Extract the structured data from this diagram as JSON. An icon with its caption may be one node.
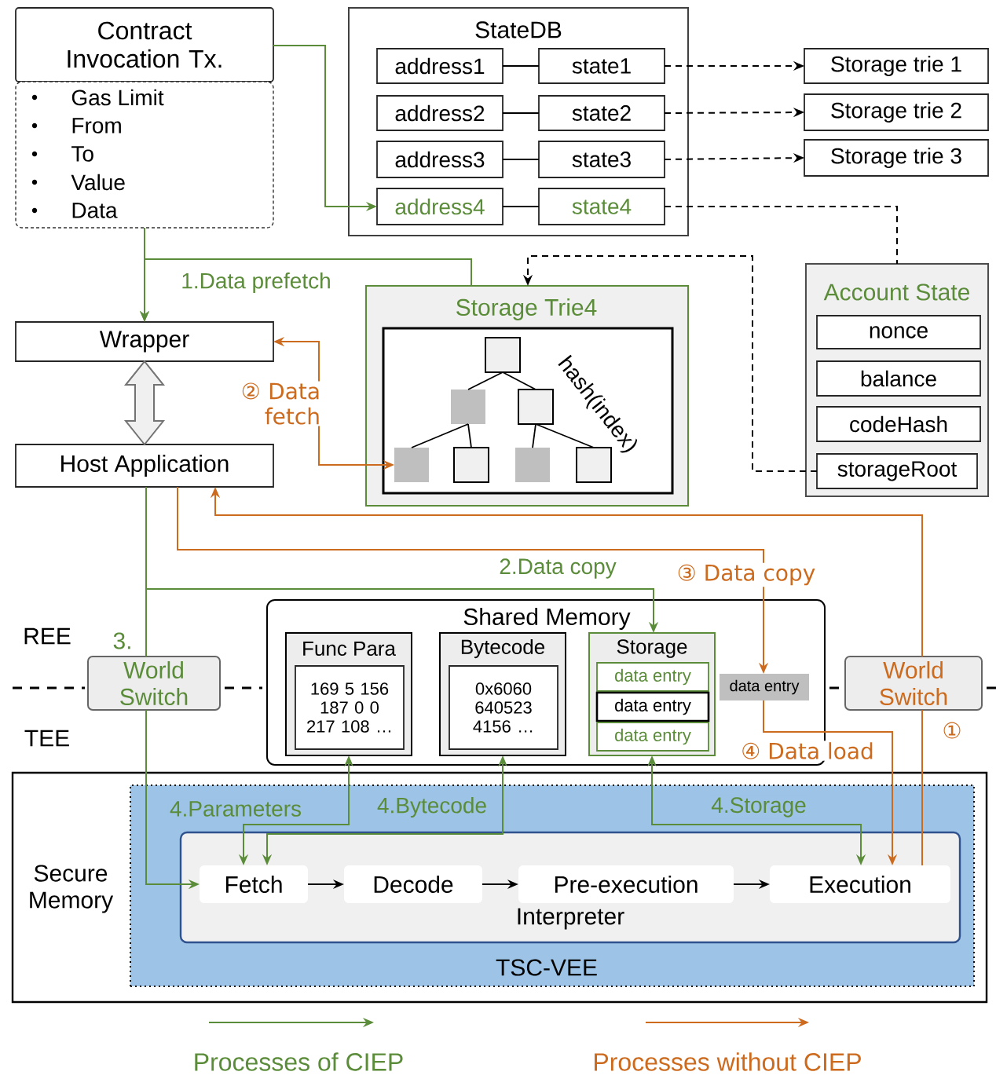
{
  "diagram": {
    "nodes": [
      {
        "text": [
          "Contract Invocation Tx."
        ]
      },
      {
        "text": [
          "Gas Limit",
          "From",
          "To",
          "Value",
          "Data"
        ]
      },
      {
        "text": [
          "StateDB"
        ]
      },
      {
        "text": [
          "address1"
        ],
        "in": 2
      },
      {
        "text": [
          "state1"
        ],
        "in": 2
      },
      {
        "text": [
          "address2"
        ],
        "in": 2
      },
      {
        "text": [
          "state2"
        ],
        "in": 2
      },
      {
        "text": [
          "address3"
        ],
        "in": 2
      },
      {
        "text": [
          "state3"
        ],
        "in": 2
      },
      {
        "text": [
          "address4"
        ],
        "in": 2
      },
      {
        "text": [
          "state4"
        ],
        "in": 2
      },
      {
        "text": [
          "Storage trie 1"
        ]
      },
      {
        "text": [
          "Storage trie 2"
        ]
      },
      {
        "text": [
          "Storage trie 3"
        ]
      },
      {
        "text": [
          "Storage Trie4"
        ]
      },
      {
        "text": [],
        "shape": "box",
        "in": 14
      },
      {
        "text": [],
        "shape": "box",
        "in": 15
      },
      {
        "text": [],
        "shape": "box",
        "in": 15
      },
      {
        "text": [],
        "shape": "box",
        "in": 15
      },
      {
        "text": [],
        "shape": "box",
        "in": 15
      },
      {
        "text": [],
        "shape": "box",
        "in": 15
      },
      {
        "text": [],
        "shape": "box",
        "in": 15
      },
      {
        "text": [],
        "shape": "box",
        "in": 15
      },
      {
        "text": [
          "Account State"
        ]
      },
      {
        "text": [
          "nonce"
        ],
        "in": 23
      },
      {
        "text": [
          "balance"
        ],
        "in": 23
      },
      {
        "text": [
          "codeHash"
        ],
        "in": 23
      },
      {
        "text": [
          "storageRoot"
        ],
        "in": 23
      },
      {
        "text": [
          "Wrapper"
        ]
      },
      {
        "text": [
          "Host Application"
        ]
      },
      {
        "text": [
          "Shared Memory"
        ]
      },
      {
        "text": [
          "Func Para"
        ],
        "in": 30
      },
      {
        "text": [
          "169 5 156 187 0 0 217 108 …"
        ],
        "in": 31
      },
      {
        "text": [
          "Bytecode"
        ],
        "in": 30
      },
      {
        "text": [
          "0x6060 640523 4156 …"
        ],
        "in": 33
      },
      {
        "text": [
          "Storage"
        ],
        "in": 30
      },
      {
        "text": [
          "data entry"
        ],
        "in": 35
      },
      {
        "text": [
          "data entry"
        ],
        "in": 35
      },
      {
        "text": [
          "data entry"
        ],
        "in": 35
      },
      {
        "text": [
          "data entry"
        ],
        "in": 30
      },
      {
        "text": [
          "World Switch"
        ],
        "beside": [
          "3."
        ]
      },
      {
        "text": [
          "World Switch"
        ]
      },
      {
        "text": [
          "Secure Memory"
        ]
      },
      {
        "text": [
          "TSC-VEE"
        ],
        "in": 42
      },
      {
        "text": [
          "Interpreter"
        ],
        "in": 43
      },
      {
        "text": [
          "Fetch"
        ],
        "in": 44
      },
      {
        "text": [
          "Decode"
        ],
        "in": 44
      },
      {
        "text": [
          "Pre-execution"
        ],
        "in": 44
      },
      {
        "text": [
          "Execution"
        ],
        "in": 44
      }
    ],
    "edges": [
      {
        "from": 0,
        "to": 9,
        "arrow": "to",
        "color": "#5b8c3a"
      },
      {
        "from": 1,
        "to": 28,
        "arrow": "to",
        "color": "#5b8c3a"
      },
      {
        "from": 14,
        "to": 28,
        "arrow": "to",
        "color": "#5b8c3a",
        "label": "1.Data prefetch"
      },
      {
        "from": 3,
        "to": 4,
        "arrow": "none"
      },
      {
        "from": 5,
        "to": 6,
        "arrow": "none"
      },
      {
        "from": 7,
        "to": 8,
        "arrow": "none"
      },
      {
        "from": 9,
        "to": 10,
        "arrow": "none"
      },
      {
        "from": 4,
        "to": 11,
        "arrow": "to",
        "style": "dashed"
      },
      {
        "from": 6,
        "to": 12,
        "arrow": "to",
        "style": "dashed"
      },
      {
        "from": 8,
        "to": 13,
        "arrow": "to",
        "style": "dashed"
      },
      {
        "from": 10,
        "to": 23,
        "arrow": "none",
        "style": "dashed"
      },
      {
        "from": 27,
        "to": 14,
        "arrow": "to",
        "style": "dashed"
      },
      {
        "from": 28,
        "to": 29,
        "arrow": "both"
      },
      {
        "from": 28,
        "to": 19,
        "arrow": "both",
        "color": "#cc6a1e",
        "label": "② Data fetch"
      },
      {
        "from": 29,
        "to": 35,
        "arrow": "to",
        "color": "#5b8c3a",
        "label": "2.Data copy"
      },
      {
        "from": 29,
        "to": 40,
        "arrow": "none",
        "color": "#5b8c3a"
      },
      {
        "from": 40,
        "to": 45,
        "arrow": "to",
        "color": "#5b8c3a"
      },
      {
        "from": 31,
        "to": 45,
        "arrow": "both",
        "color": "#5b8c3a",
        "label": "4.Parameters"
      },
      {
        "from": 33,
        "to": 45,
        "arrow": "both",
        "color": "#5b8c3a",
        "label": "4.Bytecode"
      },
      {
        "from": 35,
        "to": 48,
        "arrow": "both",
        "color": "#5b8c3a",
        "label": "4.Storage"
      },
      {
        "from": 29,
        "to": 39,
        "arrow": "to",
        "color": "#cc6a1e",
        "label": "③ Data copy"
      },
      {
        "from": 39,
        "to": 48,
        "arrow": "to",
        "color": "#cc6a1e",
        "label": "④ Data load"
      },
      {
        "from": 48,
        "to": 41,
        "arrow": "none",
        "color": "#cc6a1e",
        "label": "①"
      },
      {
        "from": 41,
        "to": 29,
        "arrow": "to",
        "color": "#cc6a1e"
      },
      {
        "from": 45,
        "to": 46,
        "arrow": "to"
      },
      {
        "from": 46,
        "to": 47,
        "arrow": "to"
      },
      {
        "from": 47,
        "to": 48,
        "arrow": "to"
      },
      {
        "from": 16,
        "to": 17,
        "arrow": "none"
      },
      {
        "from": 16,
        "to": 18,
        "arrow": "none"
      },
      {
        "from": 17,
        "to": 19,
        "arrow": "none"
      },
      {
        "from": 17,
        "to": 20,
        "arrow": "none"
      },
      {
        "from": 18,
        "to": 21,
        "arrow": "none"
      },
      {
        "from": 18,
        "to": 22,
        "arrow": "none"
      }
    ],
    "labels": [
      "hash(index)",
      "REE",
      "TEE"
    ],
    "legend": [
      {
        "text": "Processes of CIEP"
      },
      {
        "text": "Processes without CIEP"
      }
    ]
  }
}
